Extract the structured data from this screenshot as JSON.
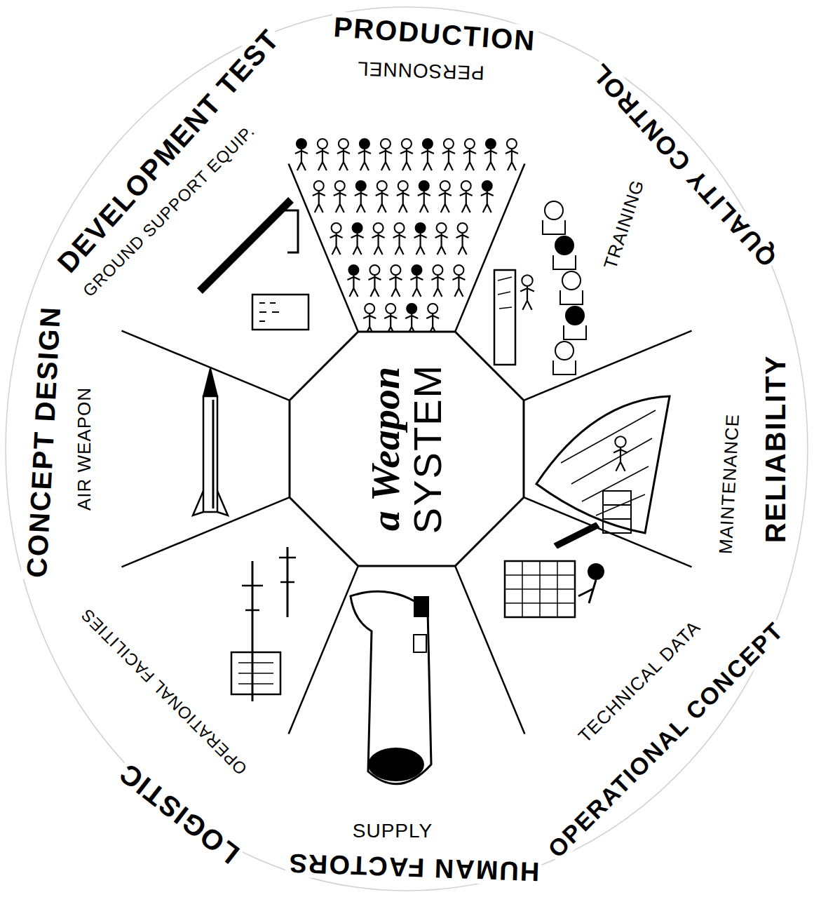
{
  "diagram": {
    "nodes": [
      {
        "text": [
          "a Weapon",
          "SYSTEM"
        ]
      }
    ],
    "labels": [
      "PRODUCTION",
      "QUALITY CONTROL",
      "RELIABILITY",
      "OPERATIONAL CONCEPT",
      "HUMAN FACTORS",
      "LOGISTIC",
      "CONCEPT DESIGN",
      "DEVELOPMENT TEST",
      "PERSONNEL",
      "TRAINING",
      "MAINTENANCE",
      "TECHNICAL DATA",
      "SUPPLY",
      "OPERATIONAL FACILITIES",
      "AIR WEAPON",
      "GROUND SUPPORT EQUIP."
    ]
  }
}
